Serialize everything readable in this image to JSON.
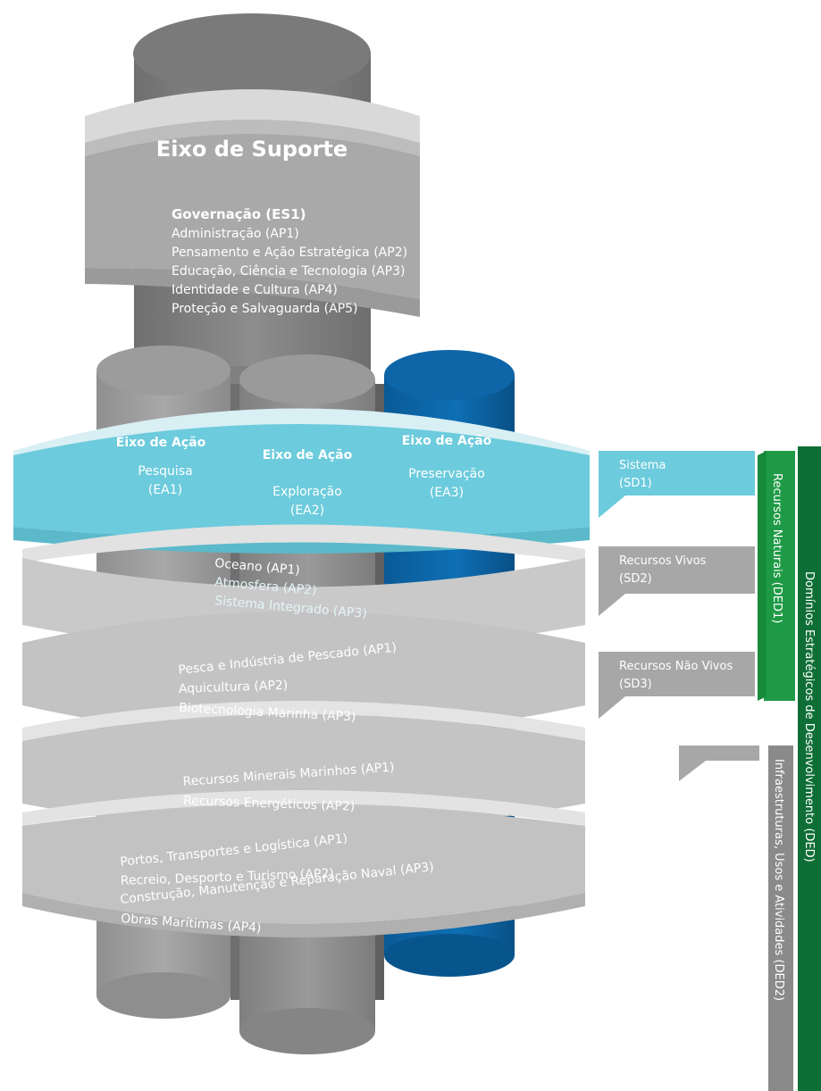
{
  "support": {
    "title": "Eixo de Suporte",
    "heading": "Governação (ES1)",
    "items": [
      "Administração (AP1)",
      "Pensamento e Ação Estratégica (AP2)",
      "Educação, Ciência e Tecnologia (AP3)",
      "Identidade e Cultura (AP4)",
      "Proteção e Salvaguarda (AP5)"
    ]
  },
  "axes": [
    {
      "title": "Eixo de Ação",
      "name": "Pesquisa",
      "code": "(EA1)"
    },
    {
      "title": "Eixo de Ação",
      "name": "Exploração",
      "code": "(EA2)"
    },
    {
      "title": "Eixo de Ação",
      "name": "Preservação",
      "code": "(EA3)"
    }
  ],
  "rings": {
    "system": [
      "Oceano (AP1)",
      "Atmosfera (AP2)",
      "Sistema Integrado (AP3)"
    ],
    "living": [
      "Pesca e Indústria de Pescado (AP1)",
      "Aquicultura (AP2)",
      "Biotecnologia Marinha (AP3)"
    ],
    "nonliving": [
      "Recursos Minerais Marinhos (AP1)",
      "Recursos Energéticos (AP2)"
    ],
    "infra": [
      "Portos, Transportes e Logística (AP1)",
      "Recreio, Desporto e Turismo (AP2)",
      "Construção, Manutenção e Reparação Naval (AP3)",
      "Obras Marítimas (AP4)"
    ]
  },
  "side_labels": [
    {
      "line1": "Sistema",
      "line2": "(SD1)"
    },
    {
      "line1": "Recursos Vivos",
      "line2": "(SD2)"
    },
    {
      "line1": "Recursos Não Vivos",
      "line2": "(SD3)"
    }
  ],
  "domains": {
    "natural": "Recursos Naturais (DED1)",
    "infra": "Infraestruturas, Usos e Atividades (DED2)",
    "overall": "Domínios Estratégicos de Desenvolvimento (DED)"
  },
  "colors": {
    "dark_gray": "#8e8e8e",
    "mid_gray": "#a3a3a3",
    "light_gray": "#c8c8c8",
    "blue_dark": "#0a5f9e",
    "cyan": "#6ccbdc",
    "cyan_light": "#dff2f6",
    "green_mid": "#1e9a46",
    "green_dark": "#0f6e35"
  }
}
